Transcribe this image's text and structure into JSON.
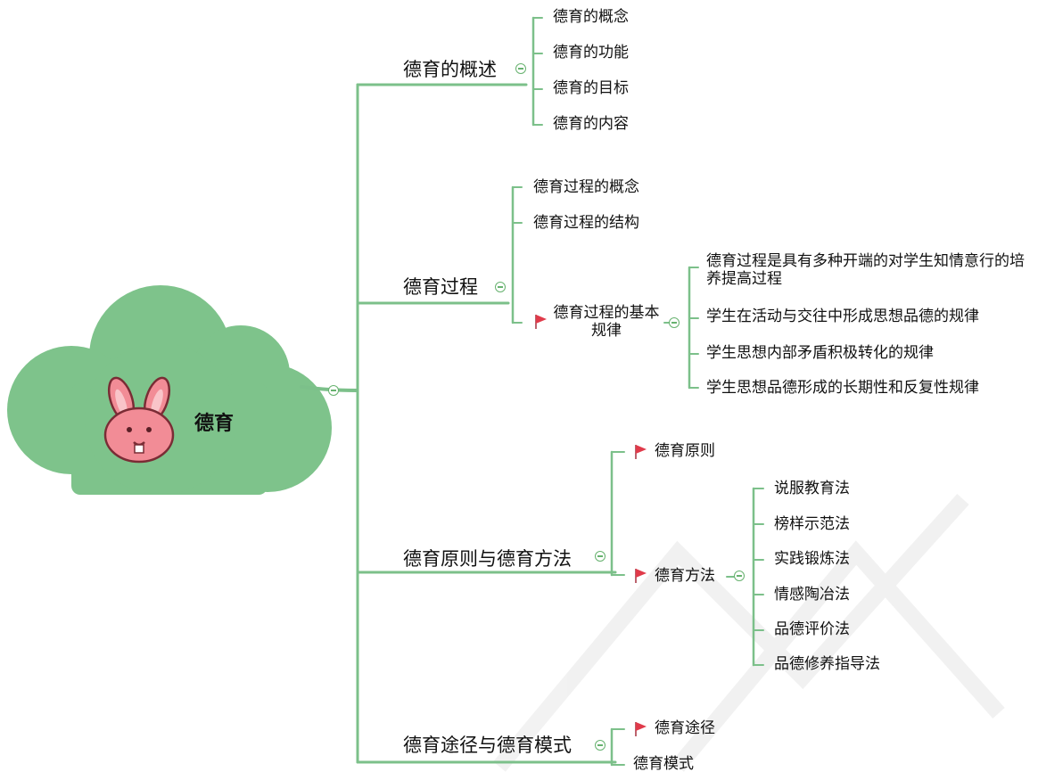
{
  "colors": {
    "branch": "#7cc08a",
    "cloud": "#7ec38b",
    "flag": "#e03a4a",
    "toggle": "#67b26f"
  },
  "root": {
    "label": "德育",
    "icon": "rabbit-face-icon"
  },
  "branches": [
    {
      "label": "德育的概述",
      "children": [
        "德育的概念",
        "德育的功能",
        "德育的目标",
        "德育的内容"
      ]
    },
    {
      "label": "德育过程",
      "children": [
        "德育过程的概念",
        "德育过程的结构"
      ],
      "flagged": {
        "label": "德育过程的基本规律",
        "children": [
          "德育过程是具有多种开端的对学生知情意行的培养提高过程",
          "学生在活动与交往中形成思想品德的规律",
          "学生思想内部矛盾积极转化的规律",
          "学生思想品德形成的长期性和反复性规律"
        ]
      }
    },
    {
      "label": "德育原则与德育方法",
      "children": [
        "德育原则",
        "德育方法"
      ],
      "method_children": [
        "说服教育法",
        "榜样示范法",
        "实践锻炼法",
        "情感陶冶法",
        "品德评价法",
        "品德修养指导法"
      ]
    },
    {
      "label": "德育途径与德育模式",
      "children": [
        "德育途径",
        "德育模式"
      ]
    }
  ]
}
